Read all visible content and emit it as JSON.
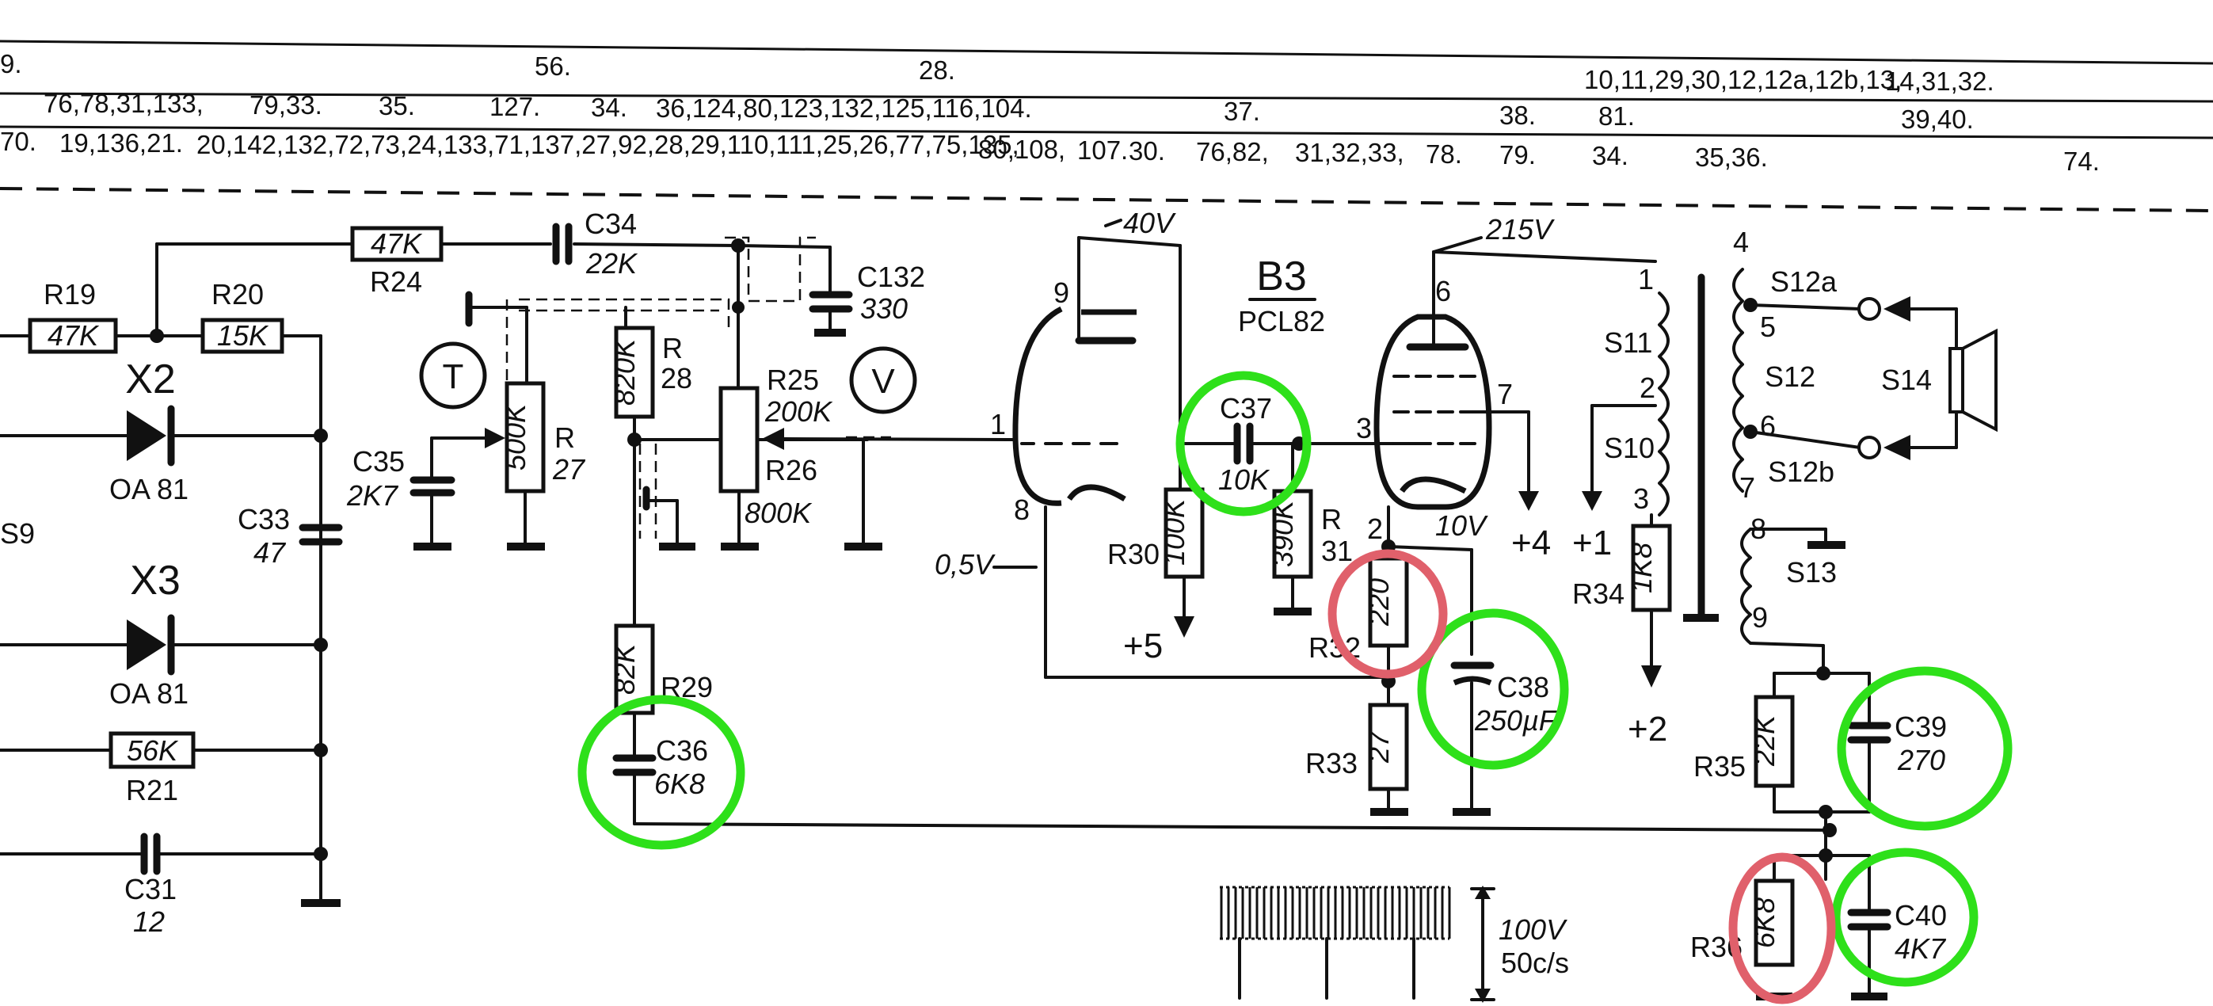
{
  "ref_rows": {
    "row1": [
      "9.",
      "56.",
      "28.",
      "10,11,29,30,12,12a,12b,13,",
      "14,31,32."
    ],
    "row2": [
      "76,78,31,133,",
      "79,33.",
      "35.",
      "127.",
      "34.",
      "36,124,80,123,132,125,116,104.",
      "37.",
      "38.",
      "81.",
      "39,40."
    ],
    "row3": [
      "70.",
      "19,136,21.",
      "20,142,132,72,73,24,133,71,137,27,92,28,29,110,111,25,26,77,75,135,",
      "80,108,",
      "107.",
      "30.",
      "76,82,",
      "31,32,33,",
      "78.",
      "79.",
      "34.",
      "35,36.",
      "74."
    ]
  },
  "tube": {
    "name": "B3",
    "type": "PCL82"
  },
  "voltages": {
    "v40": "40V",
    "v215": "215V",
    "v10": "10V",
    "v05": "0,5V",
    "wave_amp": "100V",
    "wave_freq": "50c/s"
  },
  "pins": {
    "p9": "9",
    "p1": "1",
    "p8": "8",
    "p6": "6",
    "p3": "3",
    "p7": "7",
    "p2": "2"
  },
  "supply": {
    "s4": "+4",
    "s1": "+1",
    "s5": "+5",
    "s2": "+2"
  },
  "meters": {
    "t": "T",
    "v": "V"
  },
  "transformer_pins": {
    "n4": "4",
    "n1": "1",
    "n2": "2",
    "n3": "3",
    "n5": "5",
    "n6": "6",
    "n7": "7",
    "n8": "8",
    "n9": "9"
  },
  "partial": {
    "s9": "S9"
  },
  "components": {
    "R19": {
      "ref": "R19",
      "value": "47K"
    },
    "R20": {
      "ref": "R20",
      "value": "15K"
    },
    "R24": {
      "ref": "R24",
      "value": "47K"
    },
    "C34": {
      "ref": "C34",
      "value": "22K"
    },
    "C132": {
      "ref": "C132",
      "value": "330"
    },
    "X2": {
      "ref": "X2",
      "type": "OA 81"
    },
    "X3": {
      "ref": "X3",
      "type": "OA 81"
    },
    "C33": {
      "ref": "C33",
      "value": "47"
    },
    "C35": {
      "ref": "C35",
      "value": "2K7"
    },
    "R27": {
      "ref": "R",
      "ref2": "27",
      "value": "500K"
    },
    "R28": {
      "ref": "R",
      "ref2": "28",
      "value": "820K"
    },
    "R25": {
      "ref": "R25",
      "value": "200K"
    },
    "R26": {
      "ref": "R26",
      "value": "800K"
    },
    "R21": {
      "ref": "R21",
      "value": "56K"
    },
    "C31": {
      "ref": "C31",
      "value": "12"
    },
    "R29": {
      "ref": "R29",
      "value": "82K"
    },
    "C36": {
      "ref": "C36",
      "value": "6K8"
    },
    "C37": {
      "ref": "C37",
      "value": "10K"
    },
    "R30": {
      "ref": "R30",
      "value": "100K"
    },
    "R31": {
      "ref": "R",
      "ref2": "31",
      "value": "390K"
    },
    "R32": {
      "ref": "R32",
      "value": "220"
    },
    "C38": {
      "ref": "C38",
      "value": "250µF"
    },
    "R33": {
      "ref": "R33",
      "value": "27"
    },
    "R34": {
      "ref": "R34",
      "value": "1K8"
    },
    "R35": {
      "ref": "R35",
      "value": "22K"
    },
    "C39": {
      "ref": "C39",
      "value": "270"
    },
    "R36": {
      "ref": "R36",
      "value": "6K8"
    },
    "C40": {
      "ref": "C40",
      "value": "4K7"
    },
    "S10": {
      "ref": "S10"
    },
    "S11": {
      "ref": "S11"
    },
    "S12": {
      "ref": "S12"
    },
    "S12a": {
      "ref": "S12a"
    },
    "S12b": {
      "ref": "S12b"
    },
    "S13": {
      "ref": "S13"
    },
    "S14": {
      "ref": "S14"
    }
  },
  "annotations": {
    "green": "#2ee01a",
    "red": "#e0606b"
  }
}
